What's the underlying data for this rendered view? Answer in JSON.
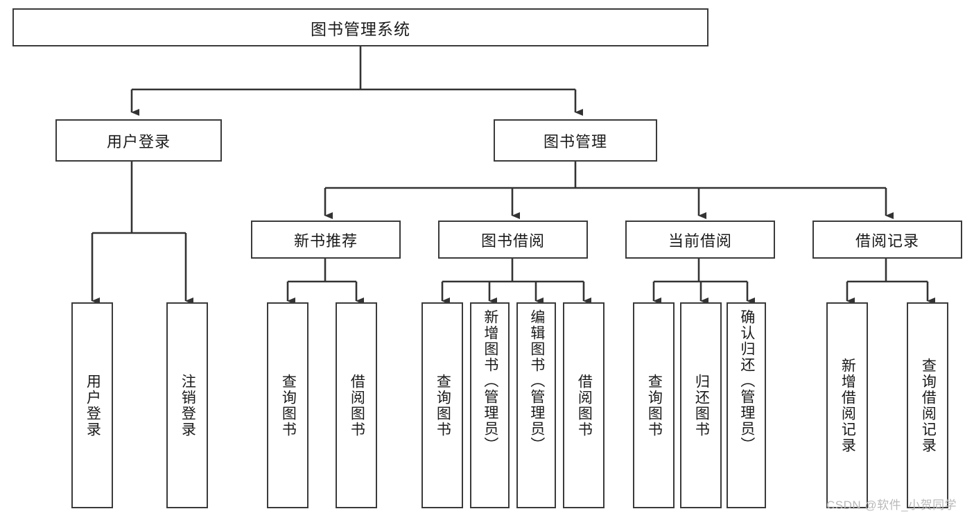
{
  "diagram": {
    "title": "图书管理系统",
    "type": "tree-hierarchy-chart",
    "colors": {
      "box_border": "#3a3a3a",
      "box_fill": "#ffffff",
      "connector": "#333333",
      "text": "#1a1a1a",
      "watermark": "#b9b9b9"
    },
    "root": {
      "label": "图书管理系统"
    },
    "level2": [
      {
        "label": "用户登录"
      },
      {
        "label": "图书管理"
      }
    ],
    "level3": [
      {
        "label": "新书推荐"
      },
      {
        "label": "图书借阅"
      },
      {
        "label": "当前借阅"
      },
      {
        "label": "借阅记录"
      }
    ],
    "leaves": {
      "user_login": [
        {
          "label": "用户登录"
        },
        {
          "label": "注销登录"
        }
      ],
      "new_book_recommend": [
        {
          "label": "查询图书"
        },
        {
          "label": "借阅图书"
        }
      ],
      "book_borrow": [
        {
          "label": "查询图书"
        },
        {
          "label": "新增图书（管理员）"
        },
        {
          "label": "编辑图书（管理员）"
        },
        {
          "label": "借阅图书"
        }
      ],
      "current_borrow": [
        {
          "label": "查询图书"
        },
        {
          "label": "归还图书"
        },
        {
          "label": "确认归还（管理员）"
        }
      ],
      "borrow_record": [
        {
          "label": "新增借阅记录"
        },
        {
          "label": "查询借阅记录"
        }
      ]
    }
  },
  "watermark": {
    "text": "CSDN @软件_小贺同学"
  }
}
